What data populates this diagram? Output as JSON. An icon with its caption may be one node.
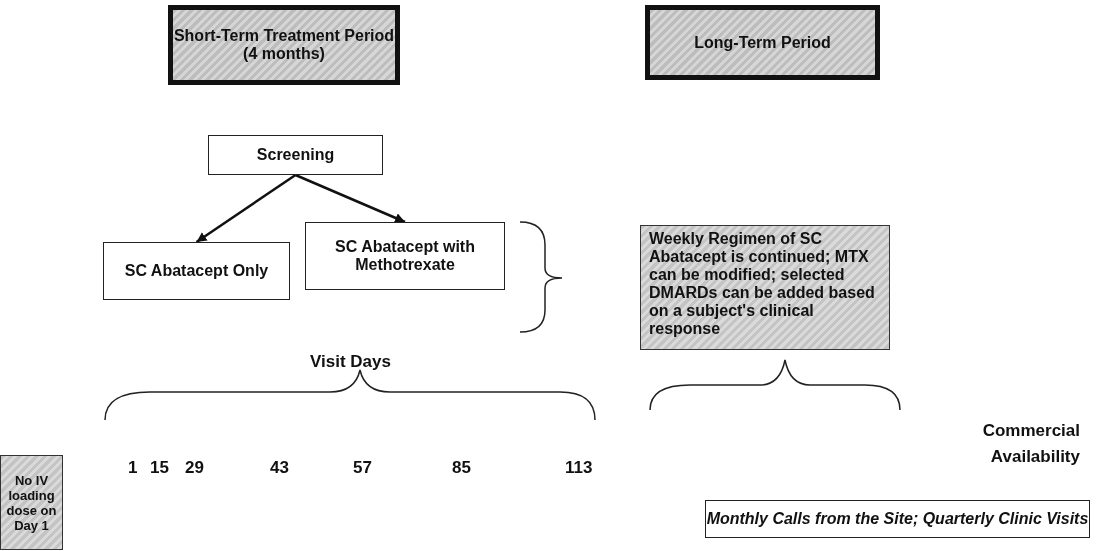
{
  "diagram": {
    "nodes": [
      {
        "text": [
          "Short-Term Treatment Period (4 months)"
        ]
      },
      {
        "text": [
          "Long-Term Period"
        ]
      },
      {
        "text": [
          "Screening"
        ]
      },
      {
        "text": [
          "SC Abatacept Only"
        ]
      },
      {
        "text": [
          "SC Abatacept with Methotrexate"
        ]
      },
      {
        "text": [
          "Weekly Regimen of SC Abatacept is continued; MTX can be modified; selected DMARDs can be added based on a subject's clinical response"
        ]
      },
      {
        "text": [
          "No IV loading dose on Day 1"
        ]
      },
      {
        "text": [
          "Monthly Calls from the Site; Quarterly Clinic Visits"
        ]
      }
    ],
    "edges": [
      {
        "from": 2,
        "to": 3,
        "arrow": "to"
      },
      {
        "from": 2,
        "to": 4,
        "arrow": "to"
      }
    ],
    "labels": [
      "Visit Days",
      "1",
      "15",
      "29",
      "43",
      "57",
      "85",
      "113",
      "Commercial Availability"
    ]
  }
}
